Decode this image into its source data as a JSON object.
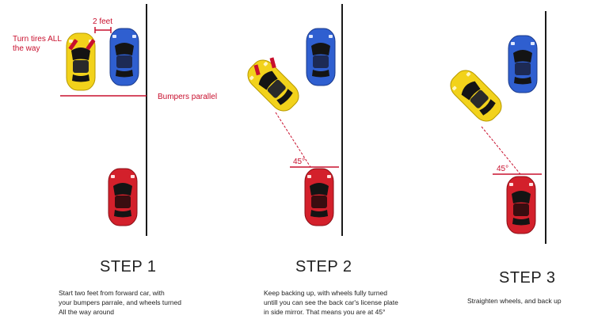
{
  "colors": {
    "annotation": "#c8102e",
    "curb": "#1a1a1a",
    "yellow_car": "#f2d21b",
    "blue_car": "#2f5fd0",
    "red_car": "#d3202b"
  },
  "annotations": {
    "two_feet": "2 feet",
    "turn_tires_line1": "Turn tires ALL",
    "turn_tires_line2": "the way",
    "bumpers_parallel": "Bumpers parallel",
    "angle_step2": "45°",
    "angle_step3": "45°"
  },
  "steps": [
    {
      "title": "STEP 1",
      "lines": [
        "Start two feet from forward car, with",
        "your bumpers parrale, and wheels turned",
        "All the way around"
      ]
    },
    {
      "title": "STEP 2",
      "lines": [
        "Keep backing up, with wheels fully  turned",
        "untill you can see the back car's license plate",
        "in side mirror. That means you are at 45°"
      ]
    },
    {
      "title": "STEP 3",
      "lines": [
        "Straighten wheels, and back up"
      ]
    }
  ]
}
